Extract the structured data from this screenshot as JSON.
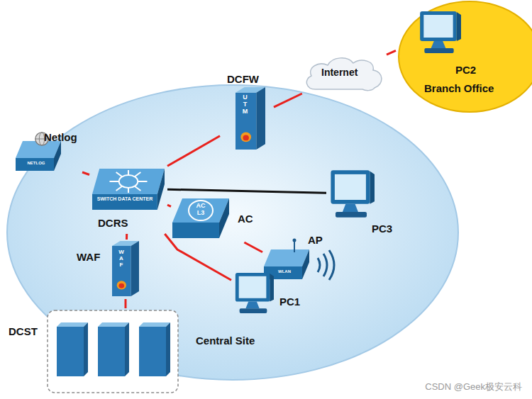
{
  "diagram": {
    "nodes": [
      {
        "text": [
          "Central Site"
        ]
      },
      {
        "text": [
          "PC2",
          "Branch Office"
        ]
      },
      {
        "text": [
          "Internet"
        ]
      },
      {
        "text": [
          "DCFW",
          "UTM"
        ],
        "in": 0
      },
      {
        "text": [
          "Netlog",
          "NETLOG"
        ],
        "in": 0
      },
      {
        "text": [
          "DCRS",
          "SWITCH DATA CENTER"
        ],
        "in": 0
      },
      {
        "text": [
          "AC",
          "AC L3"
        ],
        "in": 0
      },
      {
        "text": [
          "AP",
          "WLAN"
        ],
        "in": 0
      },
      {
        "text": [
          "PC3"
        ],
        "in": 0
      },
      {
        "text": [
          "WAF",
          "WAF"
        ],
        "in": 0
      },
      {
        "text": [
          "PC1"
        ],
        "in": 0
      },
      {
        "text": [
          "DCST"
        ],
        "in": 0
      }
    ],
    "edges": [
      {
        "from": 3,
        "to": 2,
        "arrow": "none"
      },
      {
        "from": 2,
        "to": 1,
        "arrow": "none"
      },
      {
        "from": 5,
        "to": 3,
        "arrow": "none"
      },
      {
        "from": 5,
        "to": 4,
        "arrow": "none"
      },
      {
        "from": 5,
        "to": 8,
        "arrow": "none"
      },
      {
        "from": 5,
        "to": 6,
        "arrow": "none"
      },
      {
        "from": 6,
        "to": 7,
        "arrow": "none"
      },
      {
        "from": 5,
        "to": 10,
        "arrow": "none"
      },
      {
        "from": 5,
        "to": 9,
        "arrow": "none"
      },
      {
        "from": 9,
        "to": 11,
        "arrow": "none"
      }
    ],
    "labels": [
      "CSDN @Geek极安云科"
    ]
  }
}
